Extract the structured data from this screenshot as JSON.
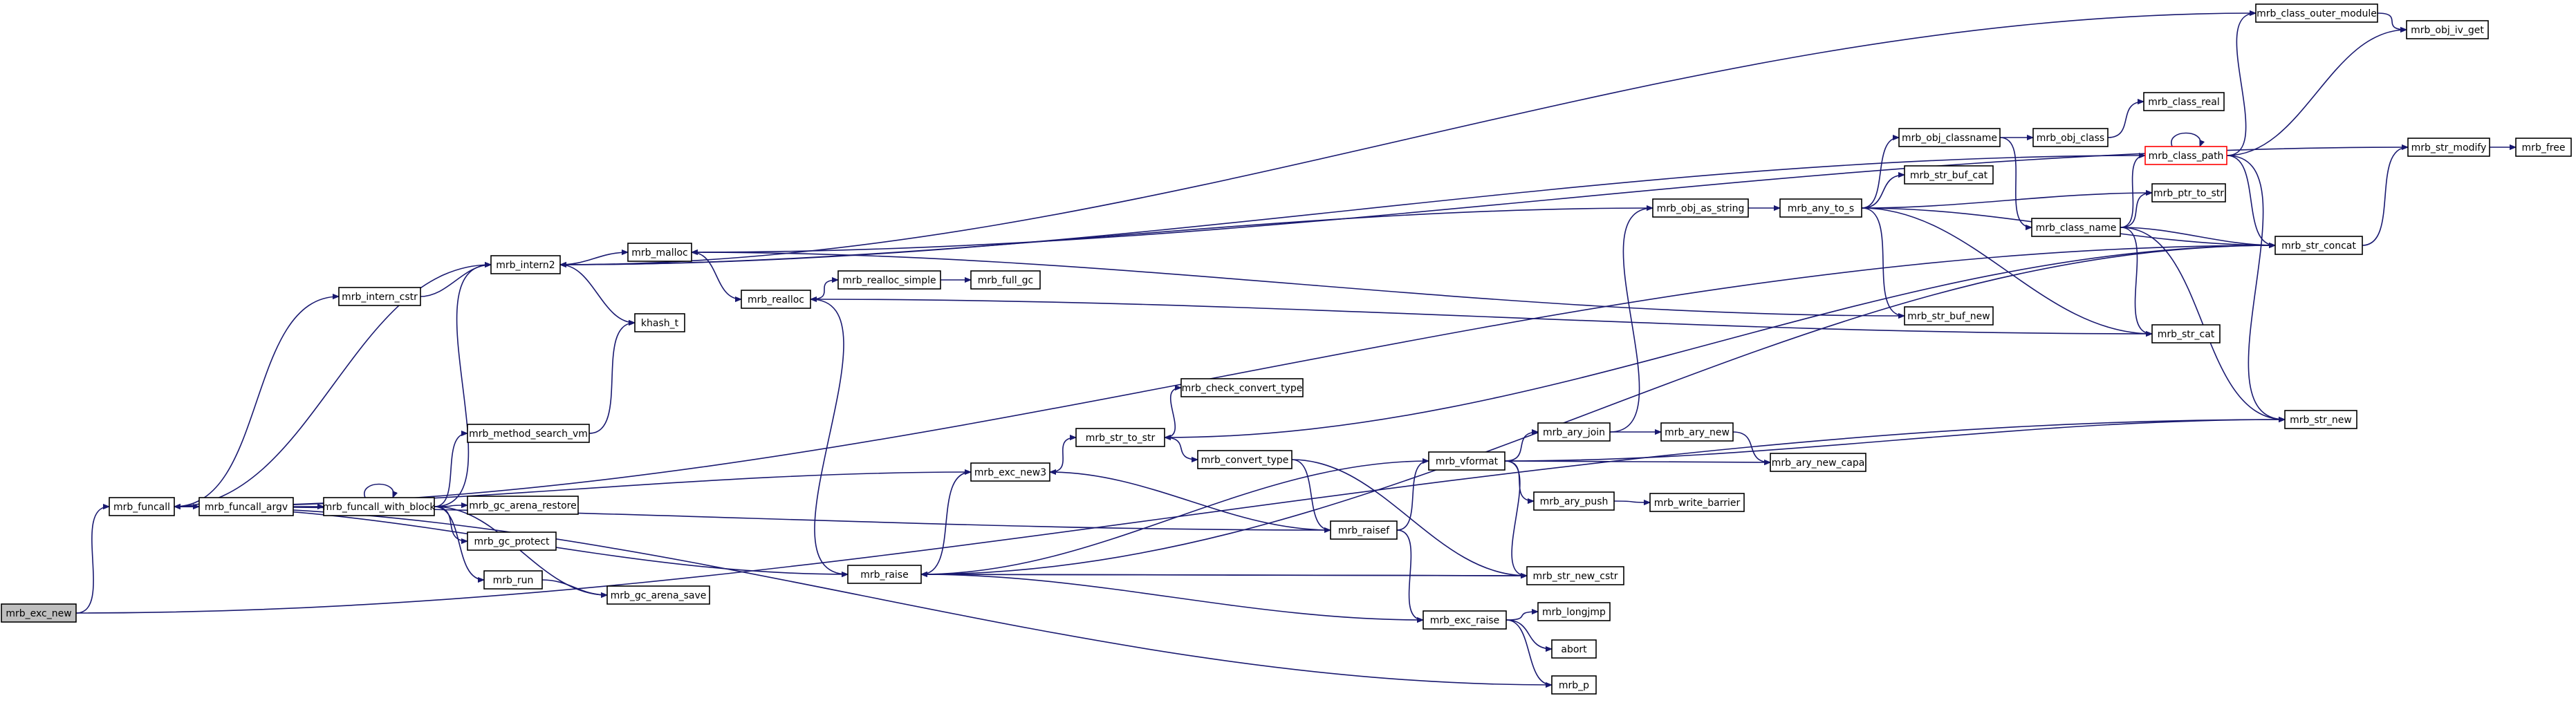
{
  "nodes": [
    {
      "id": "mrb_exc_new",
      "label": "mrb_exc_new",
      "root": true
    },
    {
      "id": "mrb_funcall",
      "label": "mrb_funcall"
    },
    {
      "id": "mrb_funcall_argv",
      "label": "mrb_funcall_argv"
    },
    {
      "id": "mrb_funcall_with_block",
      "label": "mrb_funcall_with_block"
    },
    {
      "id": "mrb_intern_cstr",
      "label": "mrb_intern_cstr"
    },
    {
      "id": "mrb_intern2",
      "label": "mrb_intern2"
    },
    {
      "id": "khash_t",
      "label": "khash_t"
    },
    {
      "id": "mrb_malloc",
      "label": "mrb_malloc"
    },
    {
      "id": "mrb_realloc",
      "label": "mrb_realloc"
    },
    {
      "id": "mrb_realloc_simple",
      "label": "mrb_realloc_simple"
    },
    {
      "id": "mrb_full_gc",
      "label": "mrb_full_gc"
    },
    {
      "id": "mrb_method_search_vm",
      "label": "mrb_method_search_vm"
    },
    {
      "id": "mrb_gc_arena_restore",
      "label": "mrb_gc_arena_restore"
    },
    {
      "id": "mrb_gc_protect",
      "label": "mrb_gc_protect"
    },
    {
      "id": "mrb_run",
      "label": "mrb_run"
    },
    {
      "id": "mrb_gc_arena_save",
      "label": "mrb_gc_arena_save"
    },
    {
      "id": "mrb_raise",
      "label": "mrb_raise"
    },
    {
      "id": "mrb_exc_new3",
      "label": "mrb_exc_new3"
    },
    {
      "id": "mrb_str_to_str",
      "label": "mrb_str_to_str"
    },
    {
      "id": "mrb_check_convert_type",
      "label": "mrb_check_convert_type"
    },
    {
      "id": "mrb_convert_type",
      "label": "mrb_convert_type"
    },
    {
      "id": "mrb_raisef",
      "label": "mrb_raisef"
    },
    {
      "id": "mrb_vformat",
      "label": "mrb_vformat"
    },
    {
      "id": "mrb_ary_join",
      "label": "mrb_ary_join"
    },
    {
      "id": "mrb_ary_new",
      "label": "mrb_ary_new"
    },
    {
      "id": "mrb_ary_new_capa",
      "label": "mrb_ary_new_capa"
    },
    {
      "id": "mrb_ary_push",
      "label": "mrb_ary_push"
    },
    {
      "id": "mrb_write_barrier",
      "label": "mrb_write_barrier"
    },
    {
      "id": "mrb_str_new_cstr",
      "label": "mrb_str_new_cstr"
    },
    {
      "id": "mrb_exc_raise",
      "label": "mrb_exc_raise"
    },
    {
      "id": "mrb_longjmp",
      "label": "mrb_longjmp"
    },
    {
      "id": "abort",
      "label": "abort"
    },
    {
      "id": "mrb_p",
      "label": "mrb_p"
    },
    {
      "id": "mrb_obj_as_string",
      "label": "mrb_obj_as_string"
    },
    {
      "id": "mrb_any_to_s",
      "label": "mrb_any_to_s"
    },
    {
      "id": "mrb_obj_classname",
      "label": "mrb_obj_classname"
    },
    {
      "id": "mrb_obj_class",
      "label": "mrb_obj_class"
    },
    {
      "id": "mrb_class_real",
      "label": "mrb_class_real"
    },
    {
      "id": "mrb_str_buf_cat",
      "label": "mrb_str_buf_cat"
    },
    {
      "id": "mrb_class_name",
      "label": "mrb_class_name"
    },
    {
      "id": "mrb_str_buf_new",
      "label": "mrb_str_buf_new"
    },
    {
      "id": "mrb_class_path",
      "label": "mrb_class_path",
      "red": true
    },
    {
      "id": "mrb_ptr_to_str",
      "label": "mrb_ptr_to_str"
    },
    {
      "id": "mrb_str_cat",
      "label": "mrb_str_cat"
    },
    {
      "id": "mrb_class_outer_module",
      "label": "mrb_class_outer_module"
    },
    {
      "id": "mrb_obj_iv_get",
      "label": "mrb_obj_iv_get"
    },
    {
      "id": "mrb_str_modify",
      "label": "mrb_str_modify"
    },
    {
      "id": "mrb_free",
      "label": "mrb_free"
    },
    {
      "id": "mrb_str_concat",
      "label": "mrb_str_concat"
    },
    {
      "id": "mrb_str_new",
      "label": "mrb_str_new"
    }
  ],
  "edges": [
    [
      "mrb_exc_new",
      "mrb_funcall"
    ],
    [
      "mrb_exc_new",
      "mrb_str_new"
    ],
    [
      "mrb_funcall",
      "mrb_funcall_argv"
    ],
    [
      "mrb_funcall",
      "mrb_intern_cstr"
    ],
    [
      "mrb_funcall",
      "mrb_intern2"
    ],
    [
      "mrb_funcall",
      "mrb_raise"
    ],
    [
      "mrb_funcall_argv",
      "mrb_funcall_with_block"
    ],
    [
      "mrb_funcall_with_block",
      "mrb_funcall_with_block"
    ],
    [
      "mrb_funcall_with_block",
      "mrb_intern2"
    ],
    [
      "mrb_funcall_with_block",
      "mrb_method_search_vm"
    ],
    [
      "mrb_funcall_with_block",
      "mrb_gc_arena_restore"
    ],
    [
      "mrb_funcall_with_block",
      "mrb_gc_protect"
    ],
    [
      "mrb_funcall_with_block",
      "mrb_run"
    ],
    [
      "mrb_funcall_with_block",
      "mrb_gc_arena_save"
    ],
    [
      "mrb_run",
      "mrb_gc_arena_save"
    ],
    [
      "mrb_intern_cstr",
      "mrb_intern2"
    ],
    [
      "mrb_intern2",
      "mrb_malloc"
    ],
    [
      "mrb_intern2",
      "khash_t"
    ],
    [
      "mrb_method_search_vm",
      "khash_t"
    ],
    [
      "mrb_malloc",
      "mrb_realloc"
    ],
    [
      "mrb_realloc",
      "mrb_realloc_simple"
    ],
    [
      "mrb_realloc",
      "mrb_raise"
    ],
    [
      "mrb_realloc_simple",
      "mrb_full_gc"
    ],
    [
      "mrb_raise",
      "mrb_exc_new3"
    ],
    [
      "mrb_raise",
      "mrb_exc_raise"
    ],
    [
      "mrb_raise",
      "mrb_str_new_cstr"
    ],
    [
      "mrb_exc_new3",
      "mrb_funcall"
    ],
    [
      "mrb_exc_new3",
      "mrb_str_to_str"
    ],
    [
      "mrb_str_to_str",
      "mrb_check_convert_type"
    ],
    [
      "mrb_str_to_str",
      "mrb_convert_type"
    ],
    [
      "mrb_convert_type",
      "mrb_raisef"
    ],
    [
      "mrb_convert_type",
      "mrb_str_new_cstr"
    ],
    [
      "mrb_raisef",
      "mrb_exc_new3"
    ],
    [
      "mrb_raisef",
      "mrb_funcall"
    ],
    [
      "mrb_raisef",
      "mrb_vformat"
    ],
    [
      "mrb_raisef",
      "mrb_exc_raise"
    ],
    [
      "mrb_vformat",
      "mrb_ary_join"
    ],
    [
      "mrb_vformat",
      "mrb_ary_new_capa"
    ],
    [
      "mrb_vformat",
      "mrb_ary_push"
    ],
    [
      "mrb_vformat",
      "mrb_str_new_cstr"
    ],
    [
      "mrb_vformat",
      "mrb_str_new"
    ],
    [
      "mrb_vformat",
      "mrb_raise"
    ],
    [
      "mrb_ary_join",
      "mrb_ary_new"
    ],
    [
      "mrb_ary_join",
      "mrb_obj_as_string"
    ],
    [
      "mrb_ary_new",
      "mrb_ary_new_capa"
    ],
    [
      "mrb_ary_push",
      "mrb_write_barrier"
    ],
    [
      "mrb_str_new_cstr",
      "mrb_raise"
    ],
    [
      "mrb_exc_raise",
      "mrb_longjmp"
    ],
    [
      "mrb_exc_raise",
      "abort"
    ],
    [
      "mrb_exc_raise",
      "mrb_p"
    ],
    [
      "mrb_p",
      "mrb_funcall"
    ],
    [
      "mrb_obj_as_string",
      "mrb_any_to_s"
    ],
    [
      "mrb_obj_as_string",
      "mrb_intern2"
    ],
    [
      "mrb_any_to_s",
      "mrb_obj_classname"
    ],
    [
      "mrb_any_to_s",
      "mrb_str_buf_cat"
    ],
    [
      "mrb_any_to_s",
      "mrb_ptr_to_str"
    ],
    [
      "mrb_any_to_s",
      "mrb_str_buf_new"
    ],
    [
      "mrb_any_to_s",
      "mrb_str_cat"
    ],
    [
      "mrb_any_to_s",
      "mrb_str_concat"
    ],
    [
      "mrb_obj_classname",
      "mrb_obj_class"
    ],
    [
      "mrb_obj_classname",
      "mrb_class_name"
    ],
    [
      "mrb_obj_class",
      "mrb_class_real"
    ],
    [
      "mrb_class_name",
      "mrb_class_path"
    ],
    [
      "mrb_class_name",
      "mrb_ptr_to_str"
    ],
    [
      "mrb_class_name",
      "mrb_str_cat"
    ],
    [
      "mrb_class_name",
      "mrb_str_concat"
    ],
    [
      "mrb_class_name",
      "mrb_str_new"
    ],
    [
      "mrb_class_path",
      "mrb_class_path"
    ],
    [
      "mrb_class_path",
      "mrb_class_outer_module"
    ],
    [
      "mrb_class_path",
      "mrb_obj_iv_get"
    ],
    [
      "mrb_class_path",
      "mrb_intern2"
    ],
    [
      "mrb_class_path",
      "mrb_str_concat"
    ],
    [
      "mrb_class_path",
      "mrb_str_new"
    ],
    [
      "mrb_class_outer_module",
      "mrb_intern2"
    ],
    [
      "mrb_class_outer_module",
      "mrb_obj_iv_get"
    ],
    [
      "mrb_str_buf_new",
      "mrb_malloc"
    ],
    [
      "mrb_str_cat",
      "mrb_realloc"
    ],
    [
      "mrb_str_concat",
      "mrb_str_modify"
    ],
    [
      "mrb_str_concat",
      "mrb_raise"
    ],
    [
      "mrb_str_concat",
      "mrb_str_to_str"
    ],
    [
      "mrb_str_concat",
      "mrb_funcall"
    ],
    [
      "mrb_str_modify",
      "mrb_malloc"
    ],
    [
      "mrb_str_modify",
      "mrb_free"
    ]
  ]
}
